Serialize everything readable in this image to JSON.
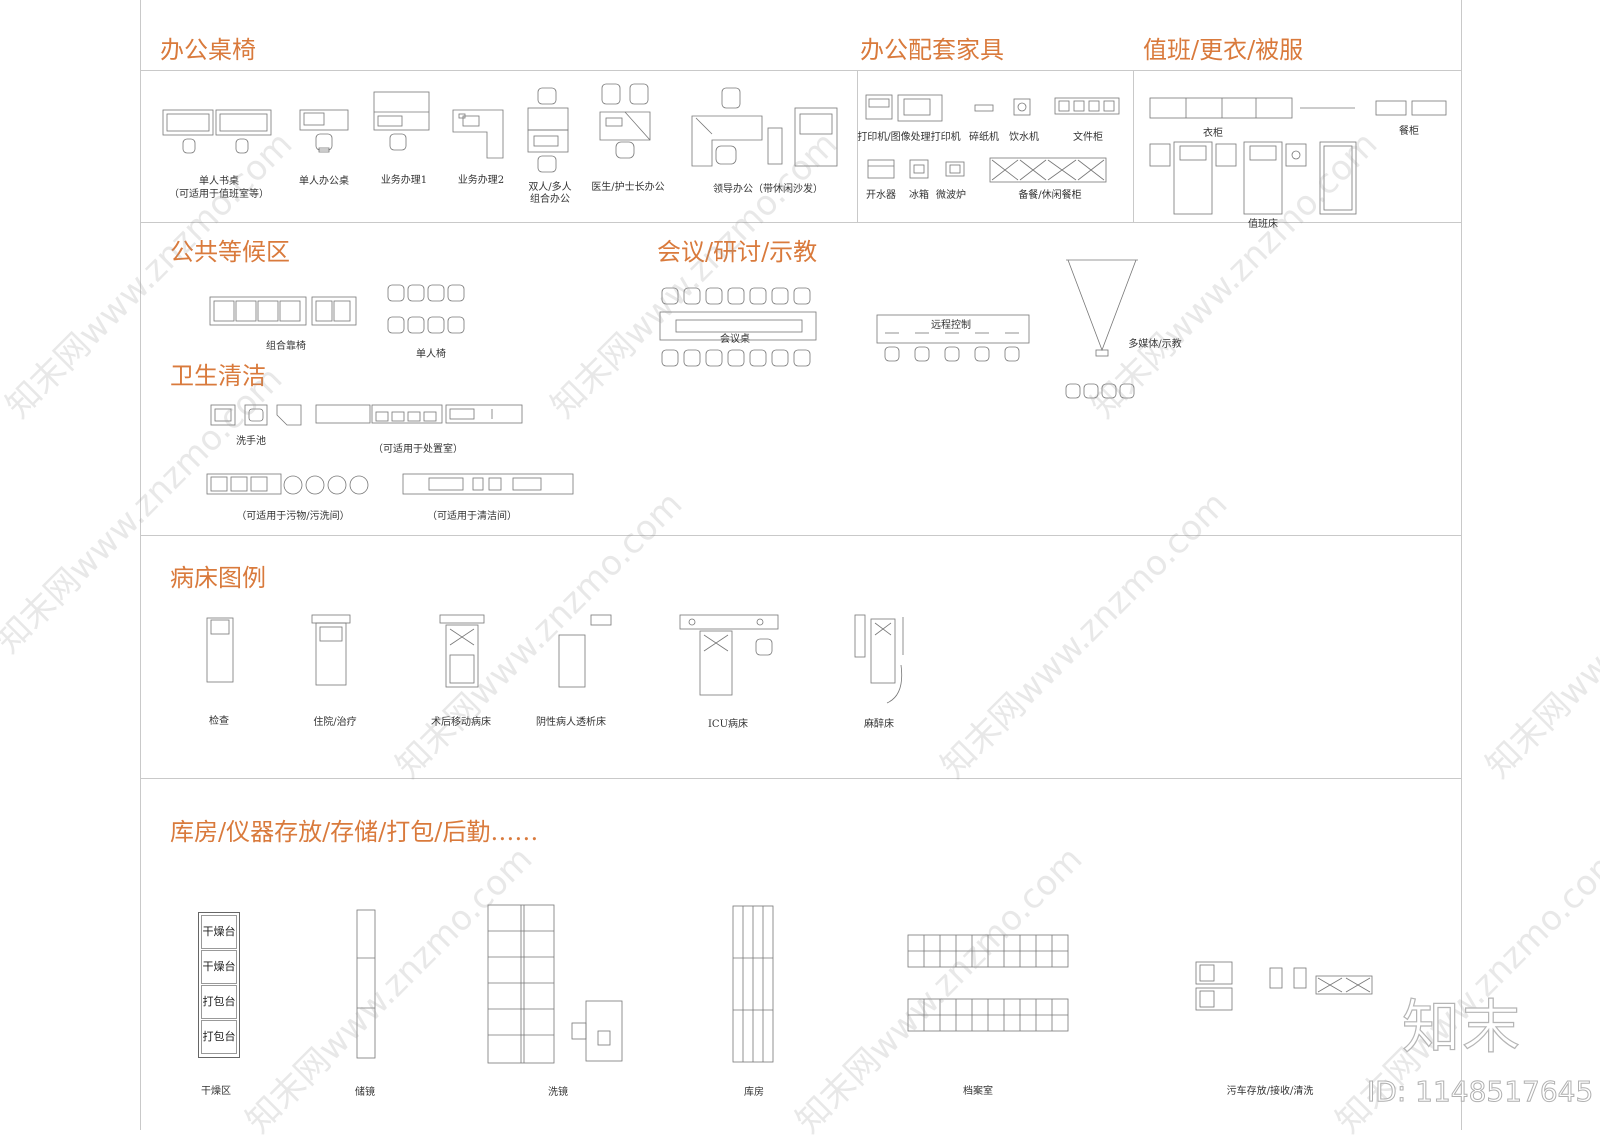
{
  "sections": {
    "office_desks": "办公桌椅",
    "office_support": "办公配套家具",
    "duty_changing": "值班/更衣/被服",
    "public_waiting": "公共等候区",
    "meeting": "会议/研讨/示教",
    "sanitation": "卫生清洁",
    "beds": "病床图例",
    "storage": "库房/仪器存放/存储/打包/后勤……"
  },
  "office_desks": {
    "single_desk": "单人书桌",
    "single_desk_note": "（可适用于值班室等）",
    "single_office": "单人办公桌",
    "business1": "业务办理1",
    "business2": "业务办理2",
    "combo_line1": "双人/多人",
    "combo_line2": "组合办公",
    "doctor": "医生/护士长办公",
    "leader": "领导办公（带休闲沙发）"
  },
  "office_support": {
    "printer": "打印机/图像处理打印机",
    "shredder": "碎纸机",
    "water_dispenser": "饮水机",
    "file_cabinet": "文件柜",
    "kettle": "开水器",
    "fridge": "冰箱",
    "microwave": "微波炉",
    "dining_cabinet": "备餐/休闲餐柜"
  },
  "duty": {
    "wardrobe": "衣柜",
    "dining_cabinet": "餐柜",
    "duty_bed": "值班床"
  },
  "waiting": {
    "combo_chair": "组合靠椅",
    "single_chair": "单人椅"
  },
  "meeting": {
    "table": "会议桌",
    "remote": "远程控制",
    "multimedia": "多媒体/示教"
  },
  "sanitation": {
    "hand_sink": "洗手池",
    "treatment_note": "（可适用于处置室）",
    "dirty_note": "（可适用于污物/污洗间）",
    "cleaning_note": "（可适用于清洁间）"
  },
  "beds": {
    "exam": "检查",
    "inpatient": "住院/治疗",
    "postop": "术后移动病床",
    "dialysis": "阴性病人透析床",
    "icu": "ICU病床",
    "anesthesia": "麻醉床"
  },
  "storage": {
    "drying1": "干燥台",
    "drying2": "干燥台",
    "packing1": "打包台",
    "packing2": "打包台",
    "drying_area": "干燥区",
    "endoscope_store": "储镜",
    "endoscope_wash": "洗镜",
    "warehouse": "库房",
    "archive": "档案室",
    "cart": "污车存放/接收/清洗"
  },
  "watermark": {
    "text": "知末网www.znzmo.com",
    "brand": "知末",
    "id": "ID: 1148517645"
  },
  "colors": {
    "heading": "#d97a3c",
    "line": "#c9c9c9",
    "drawing": "#777777"
  }
}
